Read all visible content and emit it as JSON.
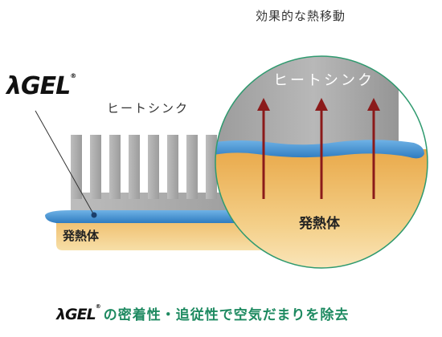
{
  "title": "効果的な熱移動",
  "logo": {
    "brand": "λGEL",
    "registered": "®"
  },
  "left_diagram": {
    "heatsink_label": "ヒートシンク",
    "body_label": "発熱体"
  },
  "zoom_view": {
    "heatsink_label": "ヒートシンク",
    "body_label": "発熱体"
  },
  "bottom_caption": {
    "brand": "λGEL",
    "registered": "®",
    "text": "の密着性・追従性で空気だまりを除去"
  },
  "colors": {
    "heatsink": "#a9a9a9",
    "gel": "#3f8fd0",
    "body": "#e8b868",
    "arrow": "#8b1a1a",
    "circle_border": "#2f9a6f",
    "caption": "#1e8a61"
  }
}
